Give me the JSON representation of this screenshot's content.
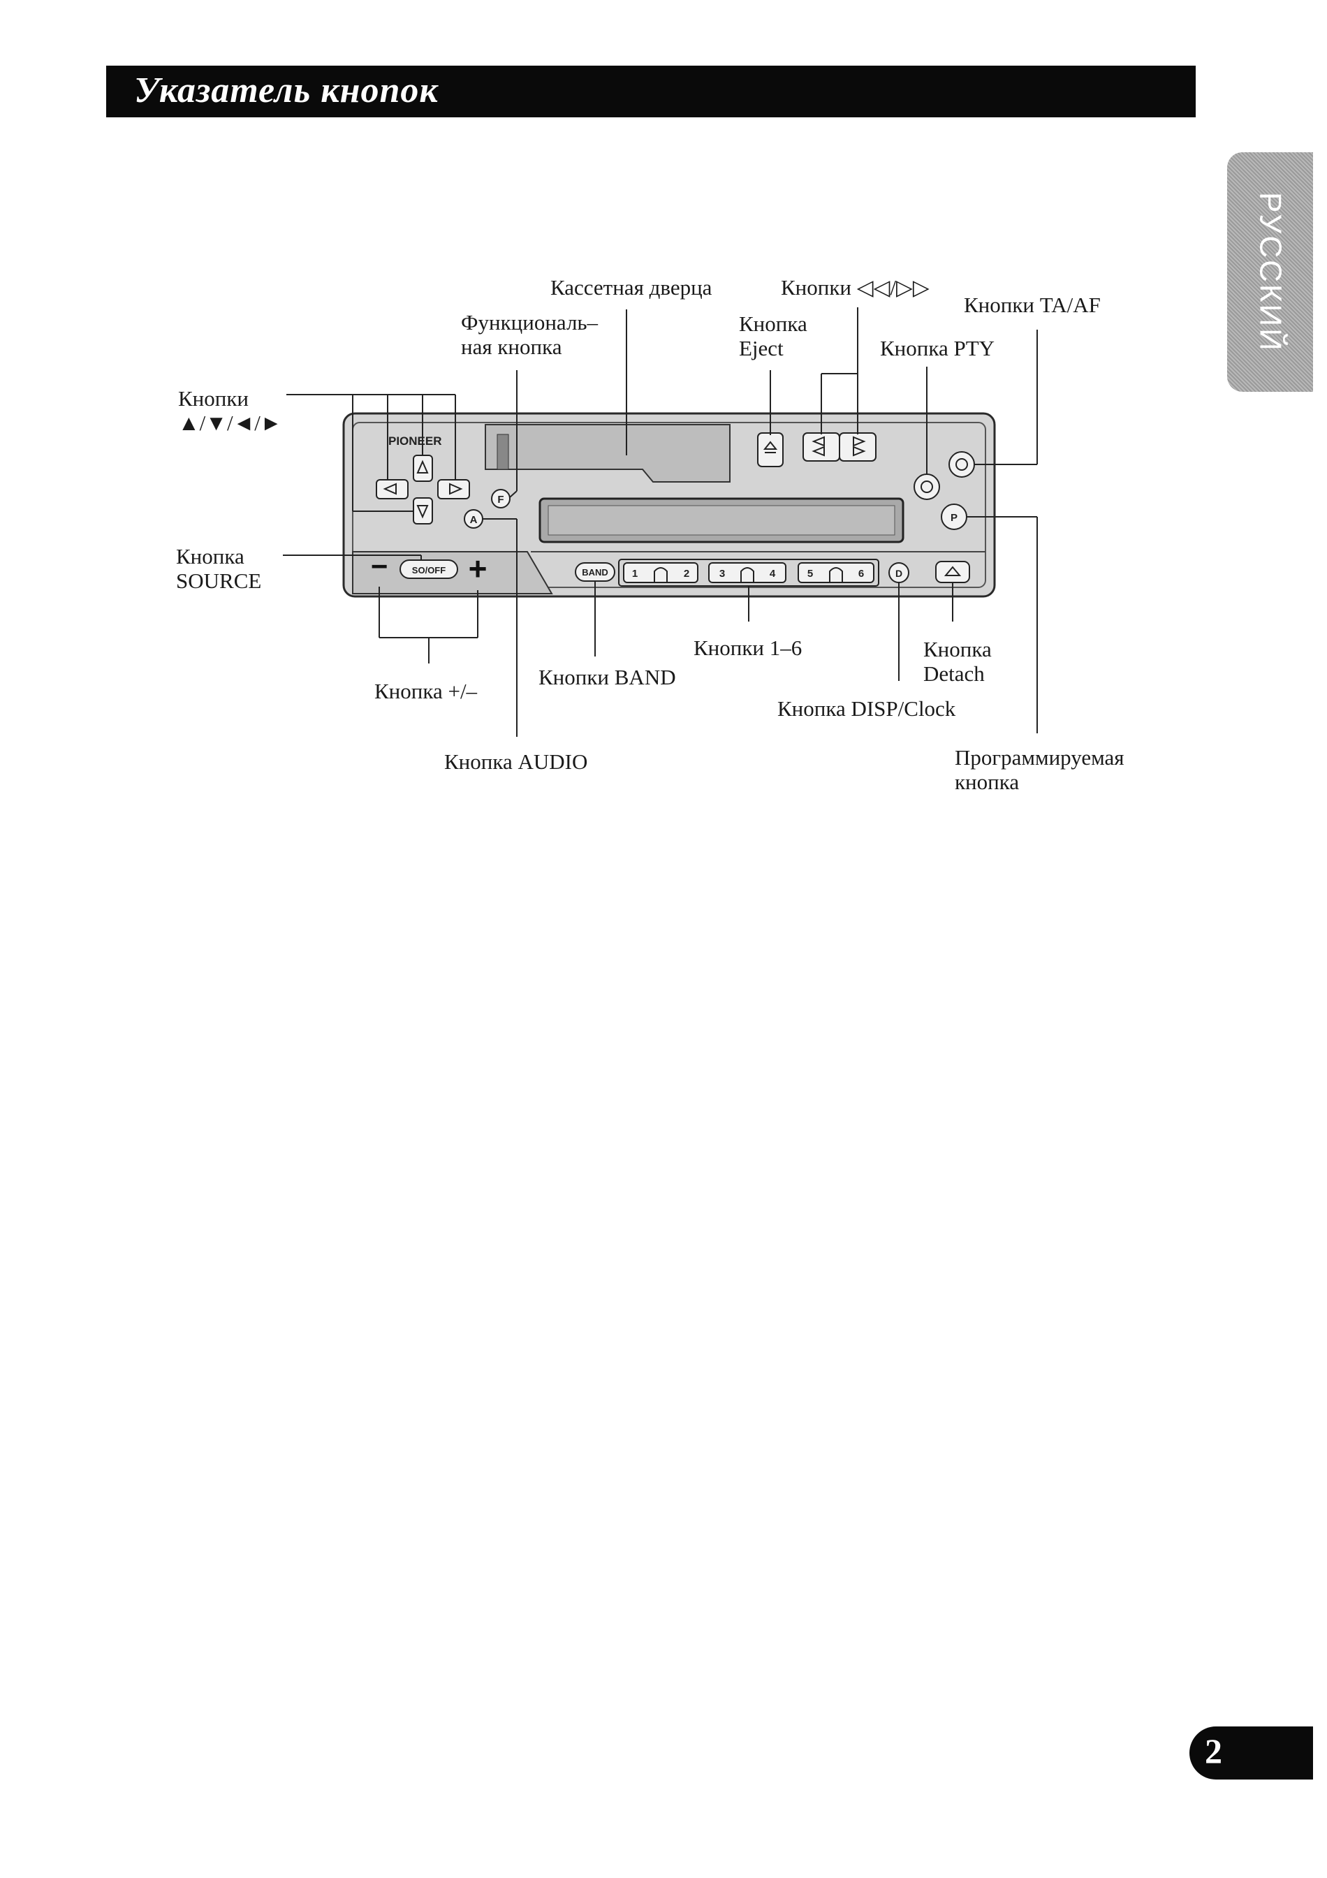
{
  "title": "Указатель кнопок",
  "language_tab": "РУССКИЙ",
  "brand": "PIONEER",
  "device_buttons": {
    "f": "F",
    "a": "A",
    "band": "BAND",
    "source": "SO/OFF",
    "minus": "−",
    "plus": "+",
    "p": "P",
    "d": "D",
    "presets": [
      "1",
      "2",
      "3",
      "4",
      "5",
      "6"
    ]
  },
  "labels": {
    "cassette_door": "Кассетная дверца",
    "fwd_rev_buttons": "Кнопки ◁◁/▷▷",
    "ta_af": "Кнопки TA/AF",
    "function_line1": "Функциональ–",
    "function_line2": "ная кнопка",
    "eject_line1": "Кнопка",
    "eject_line2": "Eject",
    "pty": "Кнопка PTY",
    "arrows_line1": "Кнопки",
    "arrows_line2": "▲/▼/◄/►",
    "source_line1": "Кнопка",
    "source_line2": "SOURCE",
    "presets": "Кнопки 1–6",
    "detach_line1": "Кнопка",
    "detach_line2": "Detach",
    "band": "Кнопки BAND",
    "plus_minus": "Кнопка +/–",
    "disp_clock": "Кнопка DISP/Clock",
    "audio": "Кнопка AUDIO",
    "programmable_line1": "Программируемая",
    "programmable_line2": "кнопка"
  },
  "page_number": "2"
}
